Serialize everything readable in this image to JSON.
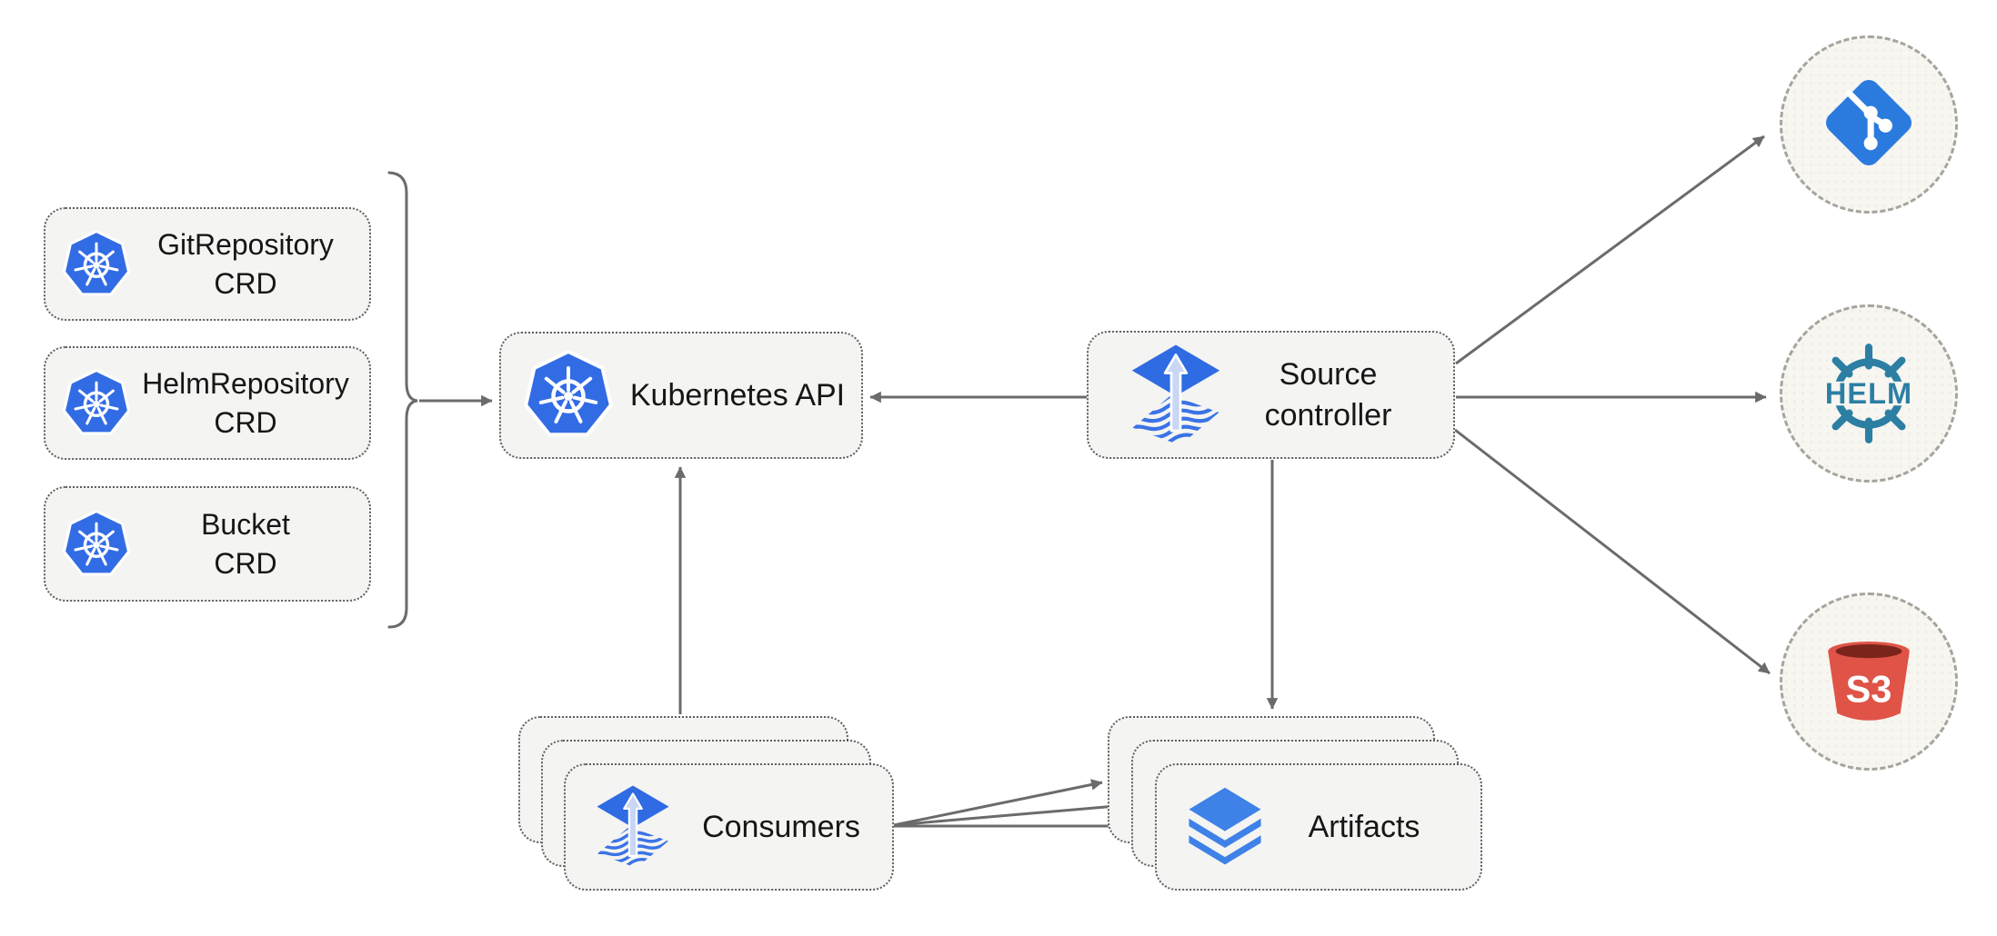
{
  "nodes": {
    "crds": [
      {
        "line1": "GitRepository",
        "line2": "CRD",
        "icon": "kubernetes-icon"
      },
      {
        "line1": "HelmRepository",
        "line2": "CRD",
        "icon": "kubernetes-icon"
      },
      {
        "line1": "Bucket",
        "line2": "CRD",
        "icon": "kubernetes-icon"
      }
    ],
    "kubernetes_api": {
      "label": "Kubernetes API",
      "icon": "kubernetes-icon"
    },
    "source_controller": {
      "line1": "Source",
      "line2": "controller",
      "icon": "flux-icon"
    },
    "consumers": {
      "label": "Consumers",
      "icon": "flux-icon",
      "stack_count": 3
    },
    "artifacts": {
      "label": "Artifacts",
      "icon": "layers-icon",
      "stack_count": 3
    },
    "externals": [
      {
        "name": "git",
        "icon": "git-icon"
      },
      {
        "name": "helm",
        "icon": "helm-icon",
        "label": "HELM"
      },
      {
        "name": "s3",
        "icon": "s3-bucket-icon",
        "label": "S3"
      }
    ]
  },
  "edges": [
    "crds-brace to kubernetes-api",
    "source-controller to kubernetes-api",
    "consumers to kubernetes-api",
    "source-controller to artifacts",
    "source-controller to git",
    "source-controller to helm",
    "source-controller to s3",
    "consumers to artifacts (x3)"
  ],
  "colors": {
    "background": "#ffffff",
    "box_fill": "#f4f4f2",
    "box_border": "#5f5f5f",
    "circle_fill": "#f7f6f1",
    "circle_border": "#a7a49e",
    "arrow_gray": "#6b6b6b",
    "text": "#161616",
    "kubernetes_blue": "#326CE5",
    "flux_blue": "#2F6BE3",
    "flux_arrow_light": "#C9D7F4",
    "git_blue": "#2B7BDE",
    "helm_teal": "#2C7FA3",
    "s3_red": "#DF5447",
    "s3_dark_red": "#7B241C",
    "layers_blue": "#3E82E8"
  }
}
